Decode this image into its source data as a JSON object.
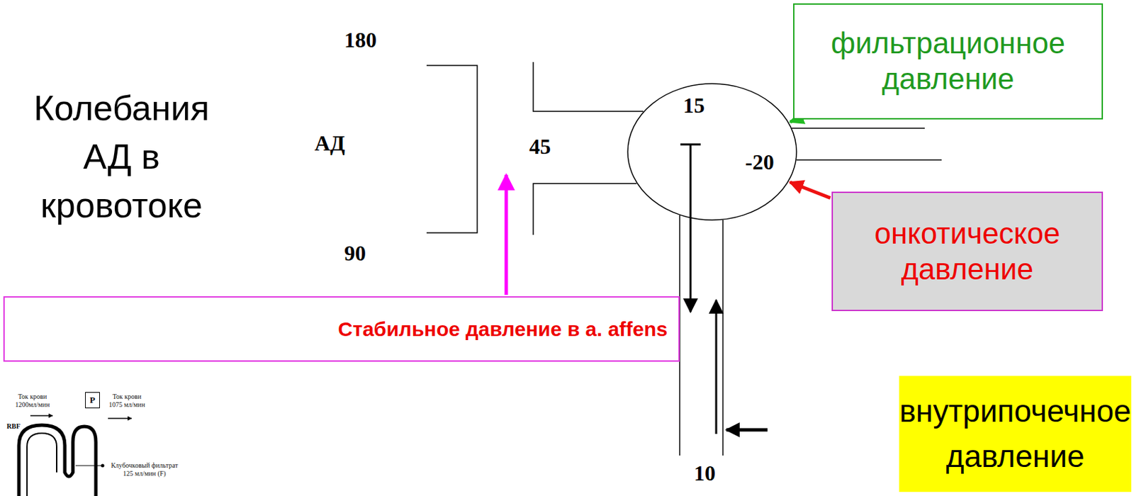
{
  "diagram": {
    "title": "Колебания АД в кровотоке",
    "nodes": [
      {
        "text": [
          "фильтрационное давление"
        ]
      },
      {
        "text": [
          "15",
          "-20"
        ]
      },
      {
        "text": [
          "онкотическое давление"
        ]
      },
      {
        "text": [
          "внутрипочечное давление"
        ]
      },
      {
        "text": [
          "Стабильное давление в a. affens"
        ]
      },
      {
        "text": [
          "P"
        ]
      }
    ],
    "edges": [
      {
        "from": 0,
        "to": 1,
        "arrow": "to"
      },
      {
        "from": 2,
        "to": 1,
        "arrow": "to"
      }
    ],
    "labels": [
      "180",
      "АД",
      "90",
      "45",
      "10",
      "Ток крови 1200мл/мин",
      "Ток крови 1075 мл/мин",
      "RBF",
      "Клубочковый фильтрат 125 мл/мин (F)"
    ]
  }
}
